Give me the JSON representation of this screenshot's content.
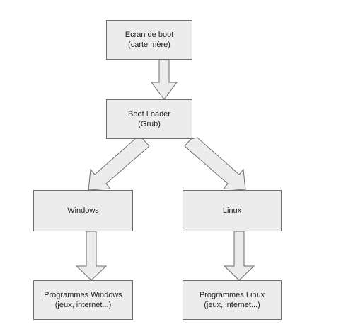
{
  "nodes": {
    "boot_screen": {
      "line1": "Ecran de boot",
      "line2": "(carte mère)"
    },
    "boot_loader": {
      "line1": "Boot Loader",
      "line2": "(Grub)"
    },
    "windows": {
      "line1": "Windows"
    },
    "linux": {
      "line1": "Linux"
    },
    "programs_windows": {
      "line1": "Programmes Windows",
      "line2": "(jeux, internet...)"
    },
    "programs_linux": {
      "line1": "Programmes Linux",
      "line2": "(jeux, internet...)"
    }
  },
  "edges": [
    {
      "from": "boot_screen",
      "to": "boot_loader"
    },
    {
      "from": "boot_loader",
      "to": "windows"
    },
    {
      "from": "boot_loader",
      "to": "linux"
    },
    {
      "from": "windows",
      "to": "programs_windows"
    },
    {
      "from": "linux",
      "to": "programs_linux"
    }
  ],
  "colors": {
    "box_fill": "#ececec",
    "box_border": "#6d6d6d",
    "text": "#1f1f1f"
  }
}
